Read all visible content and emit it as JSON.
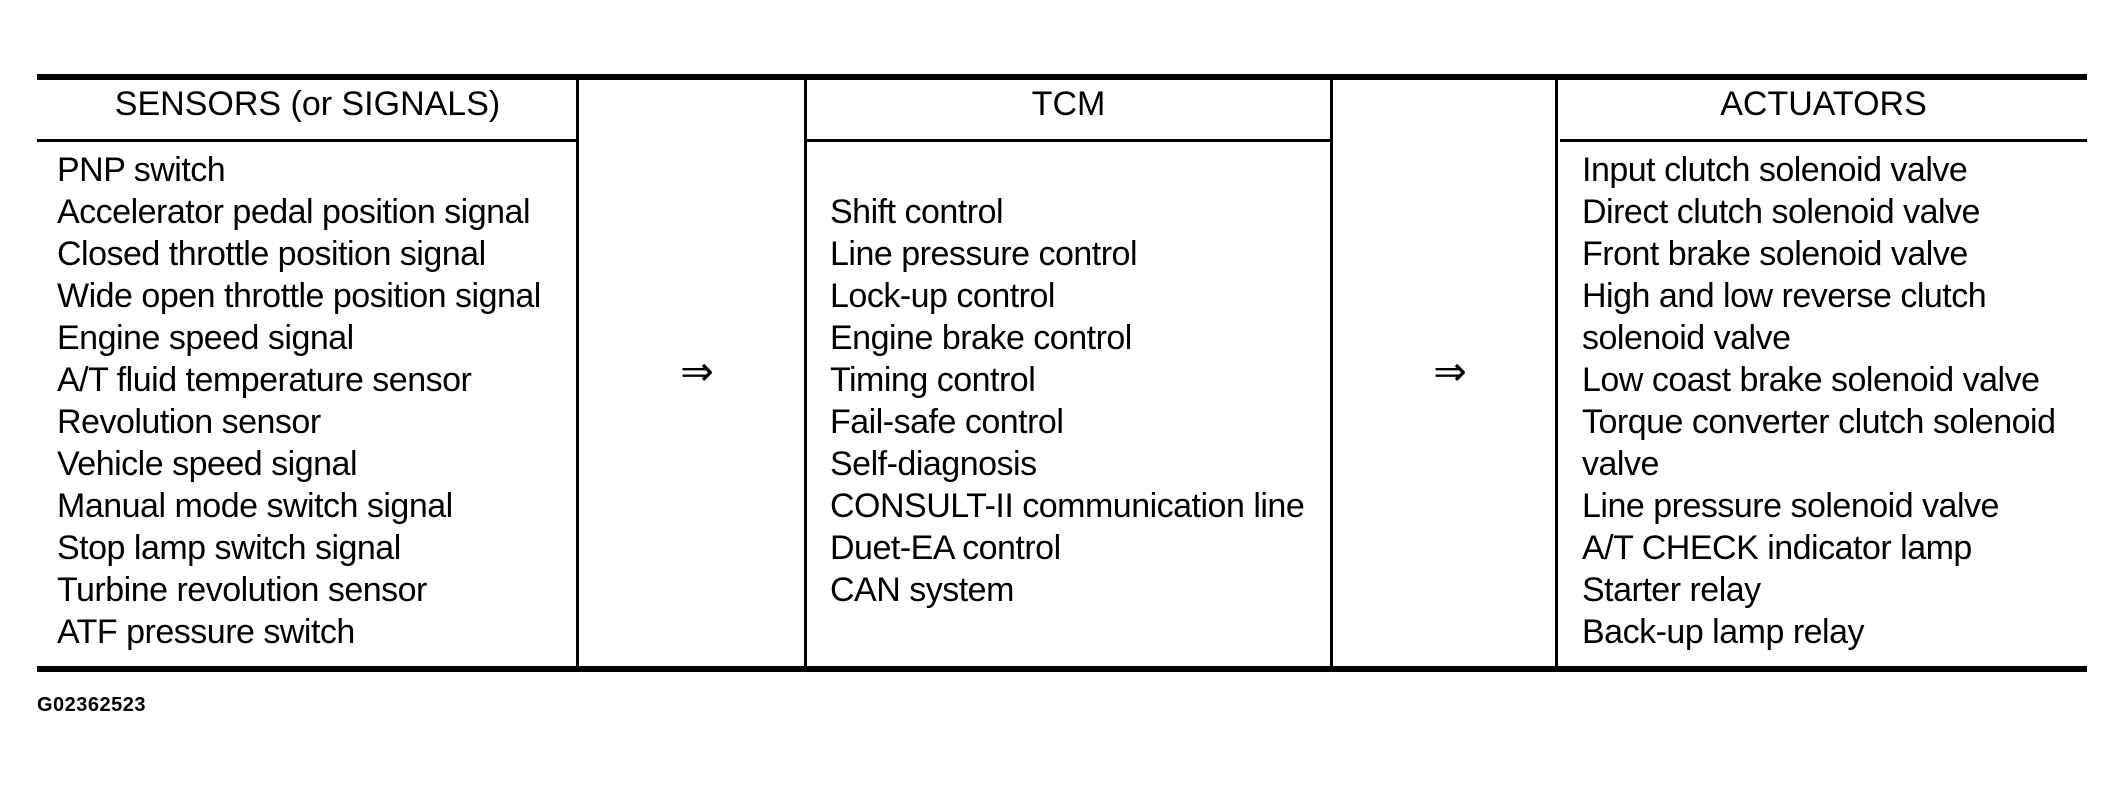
{
  "figure": {
    "description": "TCM input/output signal flow table",
    "arrow_glyph": "⇒",
    "figure_id": "G02362523",
    "colors": {
      "ink": "#000000",
      "background": "#ffffff"
    },
    "columns": [
      {
        "id": "sensors",
        "header": "SENSORS (or SIGNALS)",
        "items": [
          "PNP switch",
          "Accelerator pedal position signal",
          "Closed throttle position signal",
          "Wide open throttle position signal",
          "Engine speed signal",
          "A/T fluid temperature sensor",
          "Revolution sensor",
          "Vehicle speed signal",
          "Manual mode switch signal",
          "Stop lamp switch signal",
          "Turbine revolution sensor",
          "ATF pressure switch"
        ]
      },
      {
        "id": "tcm",
        "header": "TCM",
        "items": [
          "Shift control",
          "Line pressure control",
          "Lock-up control",
          "Engine brake control",
          "Timing control",
          "Fail-safe control",
          "Self-diagnosis",
          "CONSULT-II communication line",
          "Duet-EA control",
          "CAN system"
        ]
      },
      {
        "id": "actuators",
        "header": "ACTUATORS",
        "items": [
          "Input clutch solenoid valve",
          "Direct clutch solenoid valve",
          "Front brake solenoid valve",
          "High and low reverse clutch",
          "solenoid valve",
          "Low coast brake solenoid valve",
          "Torque converter clutch solenoid",
          "valve",
          "Line pressure solenoid valve",
          "A/T CHECK indicator lamp",
          "Starter relay",
          "Back-up lamp relay"
        ]
      }
    ]
  }
}
